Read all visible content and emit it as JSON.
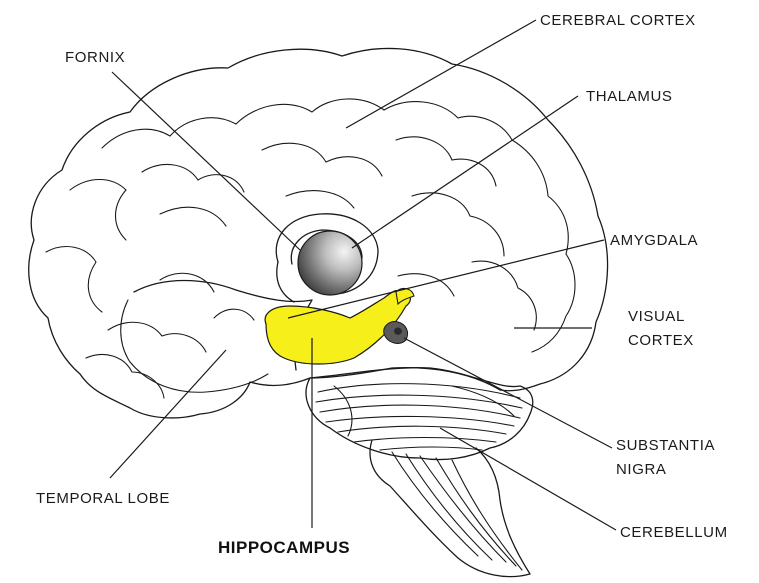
{
  "labels": {
    "cerebral_cortex": "CEREBRAL CORTEX",
    "fornix": "FORNIX",
    "thalamus": "THALAMUS",
    "amygdala": "AMYGDALA",
    "visual_cortex_line1": "VISUAL",
    "visual_cortex_line2": "CORTEX",
    "substantia_nigra_line1": "SUBSTANTIA",
    "substantia_nigra_line2": "NIGRA",
    "cerebellum": "CEREBELLUM",
    "temporal_lobe": "TEMPORAL LOBE",
    "hippocampus": "HIPPOCAMPUS"
  },
  "colors": {
    "hippocampus": "#f7ef1a",
    "amygdala": "#5a5a5a",
    "outline": "#1a1a1a"
  }
}
